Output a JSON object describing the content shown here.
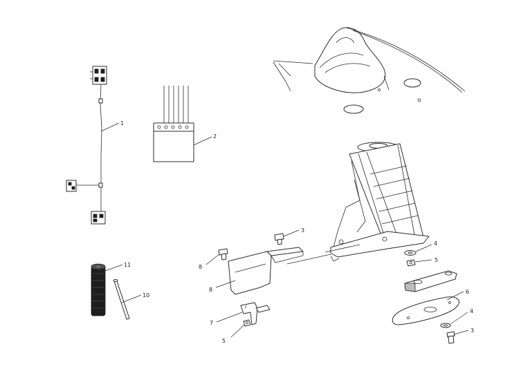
{
  "callouts": {
    "c1": "1",
    "c2": "2",
    "c3a": "3",
    "c3b": "3",
    "c4a": "4",
    "c4b": "4",
    "c5a": "5",
    "c5b": "5",
    "c6": "6",
    "c7": "7",
    "c8a": "8",
    "c8b": "8",
    "c10": "10",
    "c11": "11"
  }
}
